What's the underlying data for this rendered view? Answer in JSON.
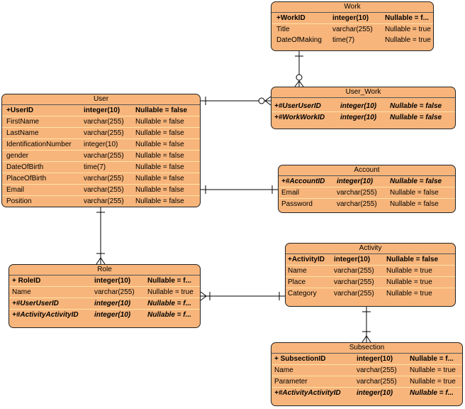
{
  "entities": [
    {
      "id": "work",
      "name": "Work",
      "columns": [
        {
          "name": "+WorkID",
          "type": "integer(10)",
          "nullable": "Nullable = f...",
          "kind": "pk"
        },
        {
          "name": "Title",
          "type": "varchar(255)",
          "nullable": "Nullable = true",
          "kind": "attr"
        },
        {
          "name": "DateOfMaking",
          "type": "time(7)",
          "nullable": "Nullable = true",
          "kind": "attr"
        }
      ]
    },
    {
      "id": "user_work",
      "name": "User_Work",
      "columns": [
        {
          "name": "+#UserUserID",
          "type": "integer(10)",
          "nullable": "Nullable = false",
          "kind": "fk"
        },
        {
          "name": "+#WorkWorkID",
          "type": "integer(10)",
          "nullable": "Nullable = false",
          "kind": "fk"
        }
      ]
    },
    {
      "id": "user",
      "name": "User",
      "columns": [
        {
          "name": "+UserID",
          "type": "integer(10)",
          "nullable": "Nullable = false",
          "kind": "pk"
        },
        {
          "name": "FirstName",
          "type": "varchar(255)",
          "nullable": "Nullable = false",
          "kind": "attr"
        },
        {
          "name": "LastName",
          "type": "varchar(255)",
          "nullable": "Nullable = false",
          "kind": "attr"
        },
        {
          "name": "IdentificationNumber",
          "type": "integer(10)",
          "nullable": "Nullable = false",
          "kind": "attr"
        },
        {
          "name": "gender",
          "type": "varchar(255)",
          "nullable": "Nullable = false",
          "kind": "attr"
        },
        {
          "name": "DateOfBirth",
          "type": "time(7)",
          "nullable": "Nullable = false",
          "kind": "attr"
        },
        {
          "name": "PlaceOfBirth",
          "type": "varchar(255)",
          "nullable": "Nullable = false",
          "kind": "attr"
        },
        {
          "name": "Email",
          "type": "varchar(255)",
          "nullable": "Nullable = false",
          "kind": "attr"
        },
        {
          "name": "Position",
          "type": "varchar(255)",
          "nullable": "Nullable = false",
          "kind": "attr"
        }
      ]
    },
    {
      "id": "account",
      "name": "Account",
      "columns": [
        {
          "name": "+#AccountID",
          "type": "integer(10)",
          "nullable": "Nullable = false",
          "kind": "fk"
        },
        {
          "name": "Email",
          "type": "varchar(255)",
          "nullable": "Nullable = false",
          "kind": "attr"
        },
        {
          "name": "Password",
          "type": "varchar(255)",
          "nullable": "Nullable = false",
          "kind": "attr"
        }
      ]
    },
    {
      "id": "role",
      "name": "Role",
      "columns": [
        {
          "name": "+ RoleID",
          "type": "integer(10)",
          "nullable": "Nullable = f...",
          "kind": "pk"
        },
        {
          "name": "Name",
          "type": "varchar(255)",
          "nullable": "Nullable = true",
          "kind": "attr"
        },
        {
          "name": "+#UserUserID",
          "type": "integer(10)",
          "nullable": "Nullable = f...",
          "kind": "fk"
        },
        {
          "name": "+#ActivityActivityID",
          "type": "integer(10)",
          "nullable": "Nullable = f...",
          "kind": "fk"
        }
      ]
    },
    {
      "id": "activity",
      "name": "Activity",
      "columns": [
        {
          "name": "+ActivityID",
          "type": "integer(10)",
          "nullable": "Nullable = false",
          "kind": "pk"
        },
        {
          "name": "Name",
          "type": "varchar(255)",
          "nullable": "Nullable = true",
          "kind": "attr"
        },
        {
          "name": "Place",
          "type": "varchar(255)",
          "nullable": "Nullable = true",
          "kind": "attr"
        },
        {
          "name": "Category",
          "type": "varchar(255)",
          "nullable": "Nullable = true",
          "kind": "attr"
        }
      ]
    },
    {
      "id": "subsection",
      "name": "Subsection",
      "columns": [
        {
          "name": "+ SubsectionID",
          "type": "integer(10)",
          "nullable": "Nullable = f...",
          "kind": "pk"
        },
        {
          "name": "Name",
          "type": "varchar(255)",
          "nullable": "Nullable = true",
          "kind": "attr"
        },
        {
          "name": "Parameter",
          "type": "varchar(255)",
          "nullable": "Nullable = true",
          "kind": "attr"
        },
        {
          "name": "+#ActivityActivityID",
          "type": "integer(10)",
          "nullable": "Nullable = f...",
          "kind": "fk"
        }
      ]
    }
  ],
  "relationships": [
    {
      "from": "work",
      "to": "user_work",
      "from_end": "one",
      "to_end": "zero-or-many"
    },
    {
      "from": "user",
      "to": "user_work",
      "from_end": "one",
      "to_end": "zero-or-many"
    },
    {
      "from": "user",
      "to": "account",
      "from_end": "one",
      "to_end": "one"
    },
    {
      "from": "user",
      "to": "role",
      "from_end": "one",
      "to_end": "one-or-many"
    },
    {
      "from": "activity",
      "to": "role",
      "from_end": "one",
      "to_end": "one-or-many"
    },
    {
      "from": "activity",
      "to": "subsection",
      "from_end": "one",
      "to_end": "one-or-many"
    }
  ],
  "colors": {
    "entity_fill": "#f7b57b",
    "border": "#222222",
    "row_separator": "#ffe3a6",
    "line": "#000000"
  }
}
